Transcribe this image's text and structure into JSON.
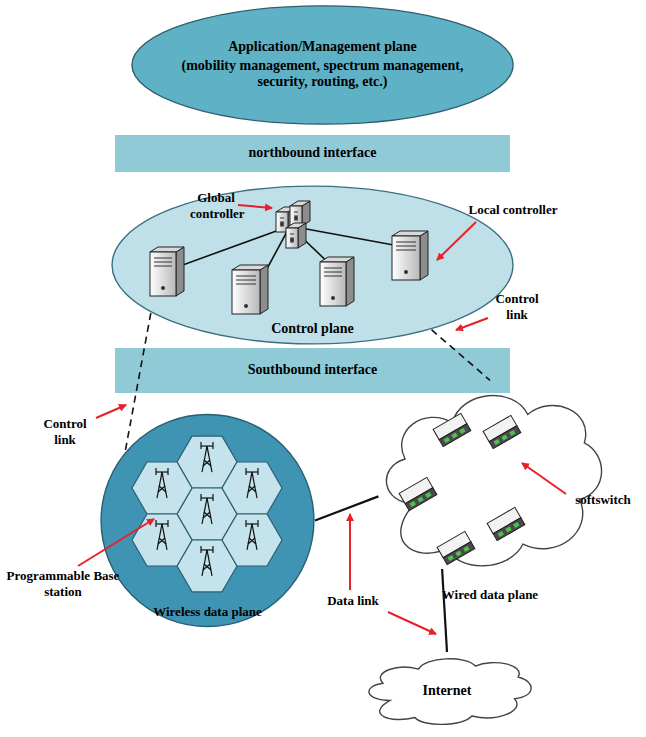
{
  "diagram": {
    "nodes": [
      {
        "text": [
          "Application/Management plane",
          "(mobility management, spectrum management, security, routing, etc.)"
        ]
      },
      {
        "text": [
          "northbound interface"
        ]
      },
      {
        "text": [
          "Control plane"
        ]
      },
      {
        "text": [
          "Southbound interface"
        ]
      },
      {
        "text": [
          "Wireless data plane"
        ]
      },
      {
        "text": [
          "Wired  data plane"
        ]
      },
      {
        "text": [
          "Internet"
        ]
      }
    ],
    "edges": [
      {
        "from": 2,
        "to": 4,
        "arrow": "none"
      },
      {
        "from": 2,
        "to": 5,
        "arrow": "none"
      },
      {
        "from": 4,
        "to": 5,
        "arrow": "none"
      },
      {
        "from": 5,
        "to": 6,
        "arrow": "none"
      }
    ],
    "labels": [
      "Global controller",
      "Local controller",
      "Control link",
      "Control link",
      "softswitch",
      "Programmable Base station",
      "Data link"
    ]
  }
}
